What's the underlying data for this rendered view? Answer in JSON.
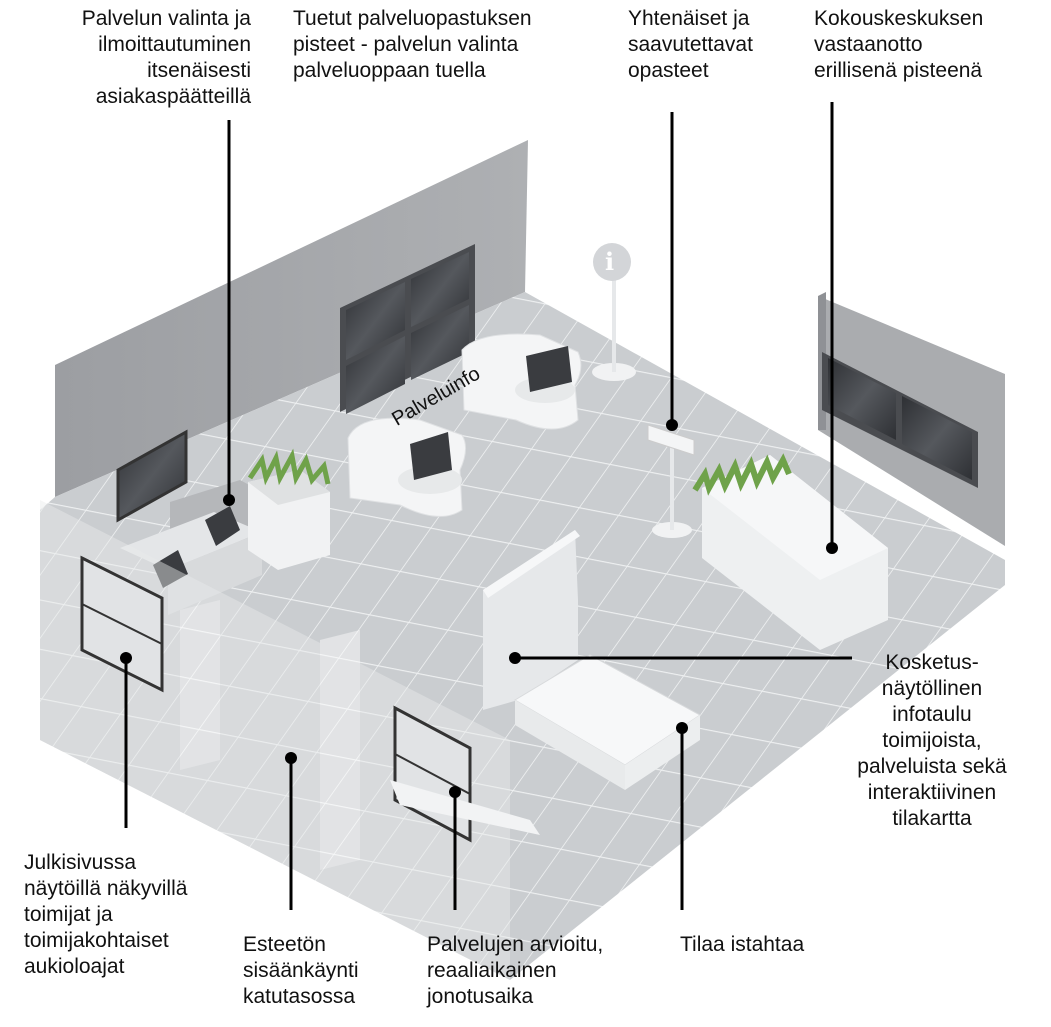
{
  "labels": {
    "self_service": "Palvelun valinta ja\nilmoittautuminen\nitsenäisesti\nasiakaspäätteillä",
    "guided_points": "Tuetut palveluopastuksen\npisteet - palvelun valinta\npalveluoppaan tuella",
    "signage": "Yhtenäiset ja\nsaavutettavat\nopasteet",
    "conference_reception": "Kokouskeskuksen\nvastaanotto\nerillisenä pisteenä",
    "touch_board": "Kosketus-\nnäytöllinen\ninfotaulu\ntoimijoista,\npalveluista sekä\ninteraktiivinen\ntilakartta",
    "facade_screens": "Julkisivussa\nnäytöillä näkyvillä\ntoimijat ja\ntoimijakohtaiset\naukioloajat",
    "accessible_entrance": "Esteetön\nsisäänkäynti\nkatutasossa",
    "queue_time": "Palvelujen arvioitu,\nreaaliaikainen\njonotusaika",
    "seating": "Tilaa istahtaa"
  },
  "desk_sign": "Palveluinfo",
  "info_sign_glyph": "i",
  "colors": {
    "floor": "#c9cccf",
    "wall": "#a3a5a8",
    "leader": "#000000",
    "furniture": "#f4f5f6",
    "plant": "#6fa24a",
    "screen": "#3a3c40"
  }
}
